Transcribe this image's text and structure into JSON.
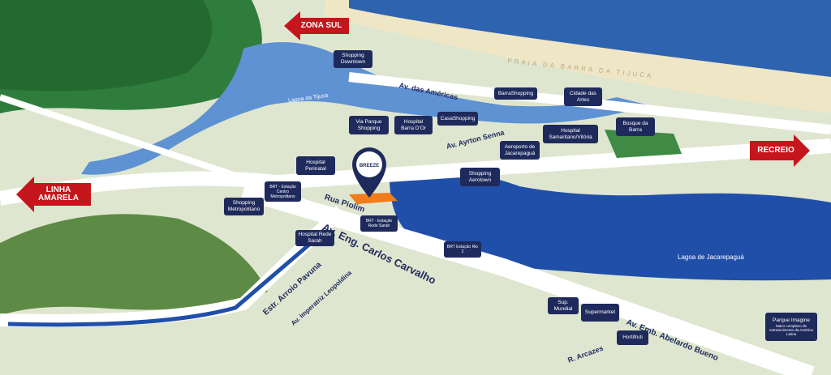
{
  "arrows": {
    "zona_sul": "ZONA SUL",
    "linha_amarela": "LINHA AMARELA",
    "recreio": "RECREIO"
  },
  "water": {
    "beach": "PRAIA DA BARRA DA TIJUCA",
    "lagoa_tijuca": "Lagoa da Tijuca",
    "lagoa_jacarepagua": "Lagoa de Jacarepaguá"
  },
  "roads": {
    "americas": "Av. das Américas",
    "ayrton_senna": "Av. Ayrton Senna",
    "rua_piolim": "Rua Piolim",
    "carlos_carvalho": "Av. Eng. Carlos Carvalho",
    "arroio_pavuna": "Estr. Arroio Pavuna",
    "imperatriz": "Av. Imperatriz Leopoldina",
    "abelardo_bueno": "Av. Emb. Abelardo Bueno",
    "arcazes": "R. Arcazes"
  },
  "brand": {
    "pin": "BREEZE",
    "color": "#1f2a5c",
    "plot_color": "#f07c1c"
  },
  "landmarks": {
    "shopping_downtown": "Shopping Downtown",
    "barrashopping": "BarraShopping",
    "cidade_artes": "Cidade das Artes",
    "via_parque": "Via Parque Shopping",
    "hospital_barra_dor": "Hospital Barra D'Or",
    "casashopping": "CasaShopping",
    "hospital_samaritano": "Hospital Samaritano/Vitória",
    "bosque_barra": "Bosque da Barra",
    "aeroporto": "Aeroporto de Jacarepaguá",
    "shopping_aerotown": "Shopping Aerotown",
    "hospital_perinatal": "Hospital Perinatal",
    "brt_centro": "BRT - Estação Centro Metropolitano",
    "shopping_metropolitano": "Shopping Metropolitano",
    "brt_sarah": "BRT - Estação Rede Sarah",
    "hospital_sarah": "Hospital Rede Sarah",
    "brt_rio2": "BRT Estação Rio 2",
    "sup_mundial": "Sup. Mundial",
    "supermarket": "Supermarket",
    "hortifruti": "Hortifruti",
    "parque_imagine": "Parque Imagine",
    "parque_imagine_sub": "Maior complexo de entretenimento da América Latina"
  }
}
